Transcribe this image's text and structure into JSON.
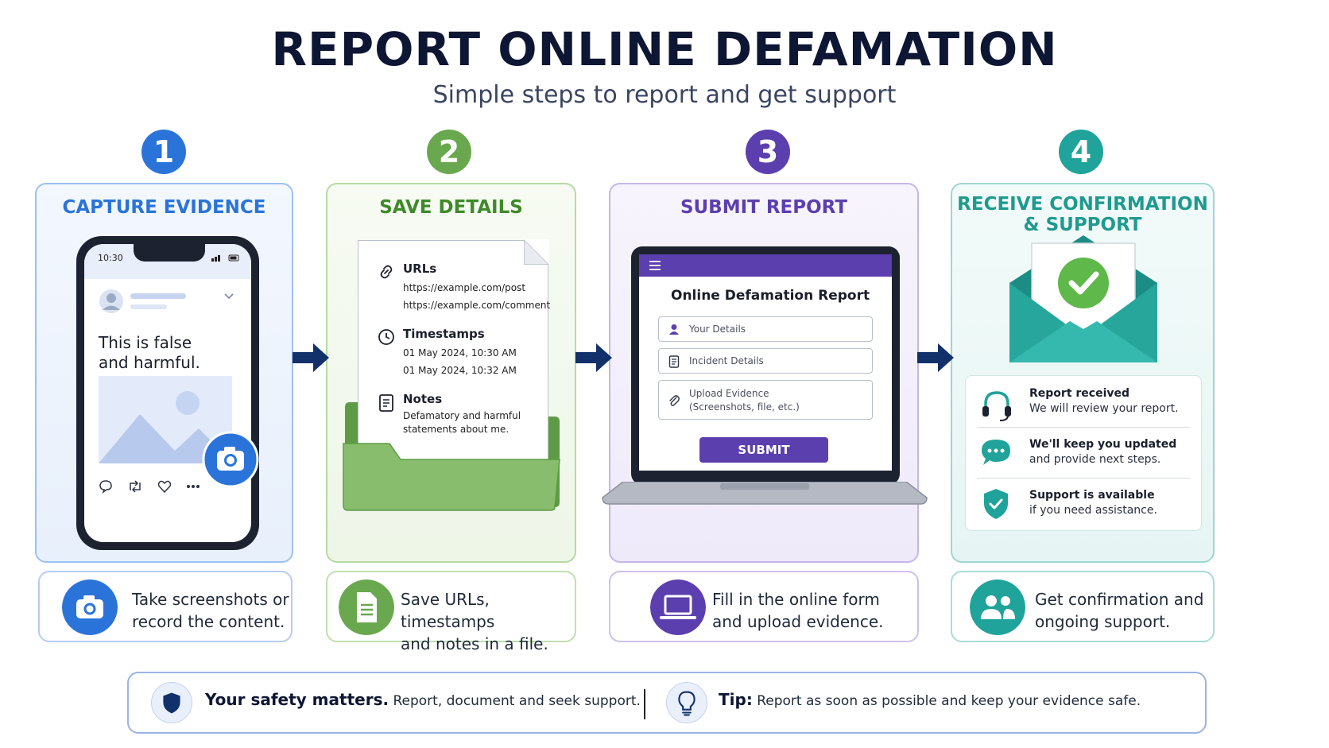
{
  "header": {
    "title": "REPORT ONLINE DEFAMATION",
    "subtitle": "Simple steps to report and get support"
  },
  "colors": {
    "blue": "#2a74d9",
    "green": "#6aa84f",
    "purple": "#5c3fae",
    "teal": "#1fa39a",
    "navy": "#0d1633"
  },
  "steps": [
    {
      "number": "1",
      "title": "CAPTURE EVIDENCE",
      "description_line1": "Take screenshots or",
      "description_line2": "record the content.",
      "icon": "camera-icon"
    },
    {
      "number": "2",
      "title": "SAVE DETAILS",
      "description_line1": "Save URLs, timestamps",
      "description_line2": "and notes in a file.",
      "icon": "document-icon"
    },
    {
      "number": "3",
      "title": "SUBMIT REPORT",
      "description_line1": "Fill in the online form",
      "description_line2": "and upload evidence.",
      "icon": "laptop-icon"
    },
    {
      "number": "4",
      "title_line1": "RECEIVE CONFIRMATION",
      "title_line2": "& SUPPORT",
      "description_line1": "Get confirmation and",
      "description_line2": "ongoing support.",
      "icon": "people-icon"
    }
  ],
  "phone": {
    "time": "10:30",
    "post_line1": "This is false",
    "post_line2": "and harmful."
  },
  "document": {
    "urls_heading": "URLs",
    "url1": "https://example.com/post",
    "url2": "https://example.com/comment",
    "timestamps_heading": "Timestamps",
    "ts1": "01 May 2024, 10:30 AM",
    "ts2": "01 May 2024, 10:32 AM",
    "notes_heading": "Notes",
    "notes_line1": "Defamatory and harmful",
    "notes_line2": "statements about me."
  },
  "form": {
    "title": "Online Defamation Report",
    "field1": "Your Details",
    "field2": "Incident Details",
    "field3_line1": "Upload Evidence",
    "field3_line2": "(Screenshots, file, etc.)",
    "submit_label": "SUBMIT"
  },
  "support": [
    {
      "heading": "Report received",
      "text": "We will review your report.",
      "icon": "headset-icon"
    },
    {
      "heading": "We'll keep you updated",
      "text": "and provide next steps.",
      "icon": "chat-icon"
    },
    {
      "heading": "Support is available",
      "text": "if you need assistance.",
      "icon": "shield-check-icon"
    }
  ],
  "footer": {
    "safety_bold": "Your safety matters.",
    "safety_text": "Report, document and seek support.",
    "tip_bold": "Tip:",
    "tip_text": "Report as soon as possible and keep your evidence safe."
  }
}
